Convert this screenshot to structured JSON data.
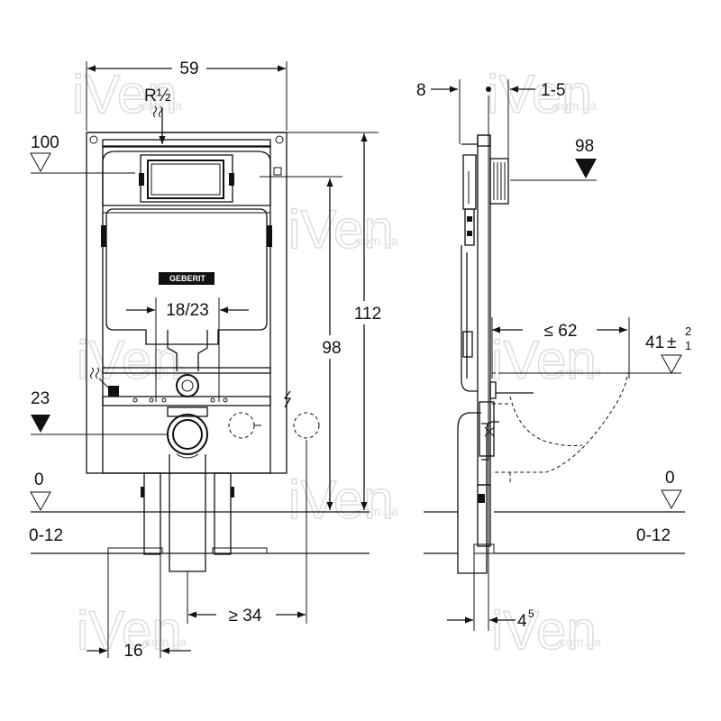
{
  "brand": "GEBERIT",
  "watermark": {
    "name": "iVen",
    "domain": ".com.ua"
  },
  "front_view": {
    "width": "59",
    "supply": "R½",
    "cistern_level": "100",
    "frame_height": "112",
    "fixing_height": "98",
    "button_spacing": "18/23",
    "drain_level": "23",
    "floor_level": "0",
    "floor_range": "0-12",
    "outlet_offset": "≥ 34",
    "foot_width": "16"
  },
  "side_view": {
    "frame_depth": "8",
    "wall_gap": "1-5",
    "button_level": "98",
    "max_depth": "≤ 62",
    "seat_height_base": "41",
    "seat_tol_plus": "2",
    "seat_tol_minus": "1",
    "floor_level": "0",
    "floor_range": "0-12",
    "foot_depth": "4",
    "foot_depth_sup": "5"
  }
}
